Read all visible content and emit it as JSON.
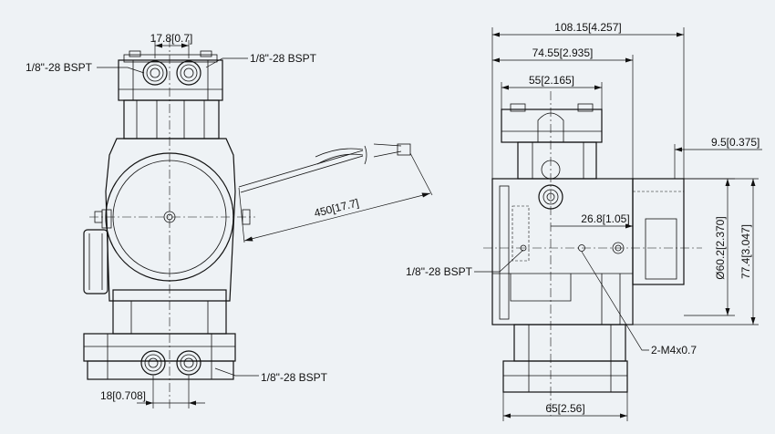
{
  "colors": {
    "background": "#eef2f5",
    "line": "#111111"
  },
  "front_view": {
    "top_port_spacing": "17.8[0.7]",
    "top_left_port": "1/8\"-28 BSPT",
    "top_right_port": "1/8\"-28 BSPT",
    "bottom_port": "1/8\"-28 BSPT",
    "bottom_port_spacing": "18[0.708]",
    "cable_length": "450[17.7]"
  },
  "side_view": {
    "overall_width": "108.15[4.257]",
    "width_2": "74.55[2.935]",
    "head_width": "55[2.165]",
    "motor_offset": "9.5[0.375]",
    "mount_hole_offset": "26.8[1.05]",
    "side_port": "1/8\"-28 BSPT",
    "motor_diameter": "Ø60.2[2.370]",
    "body_height": "77.4[3.047]",
    "mount_holes": "2-M4x0.7",
    "base_width": "65[2.56]"
  }
}
